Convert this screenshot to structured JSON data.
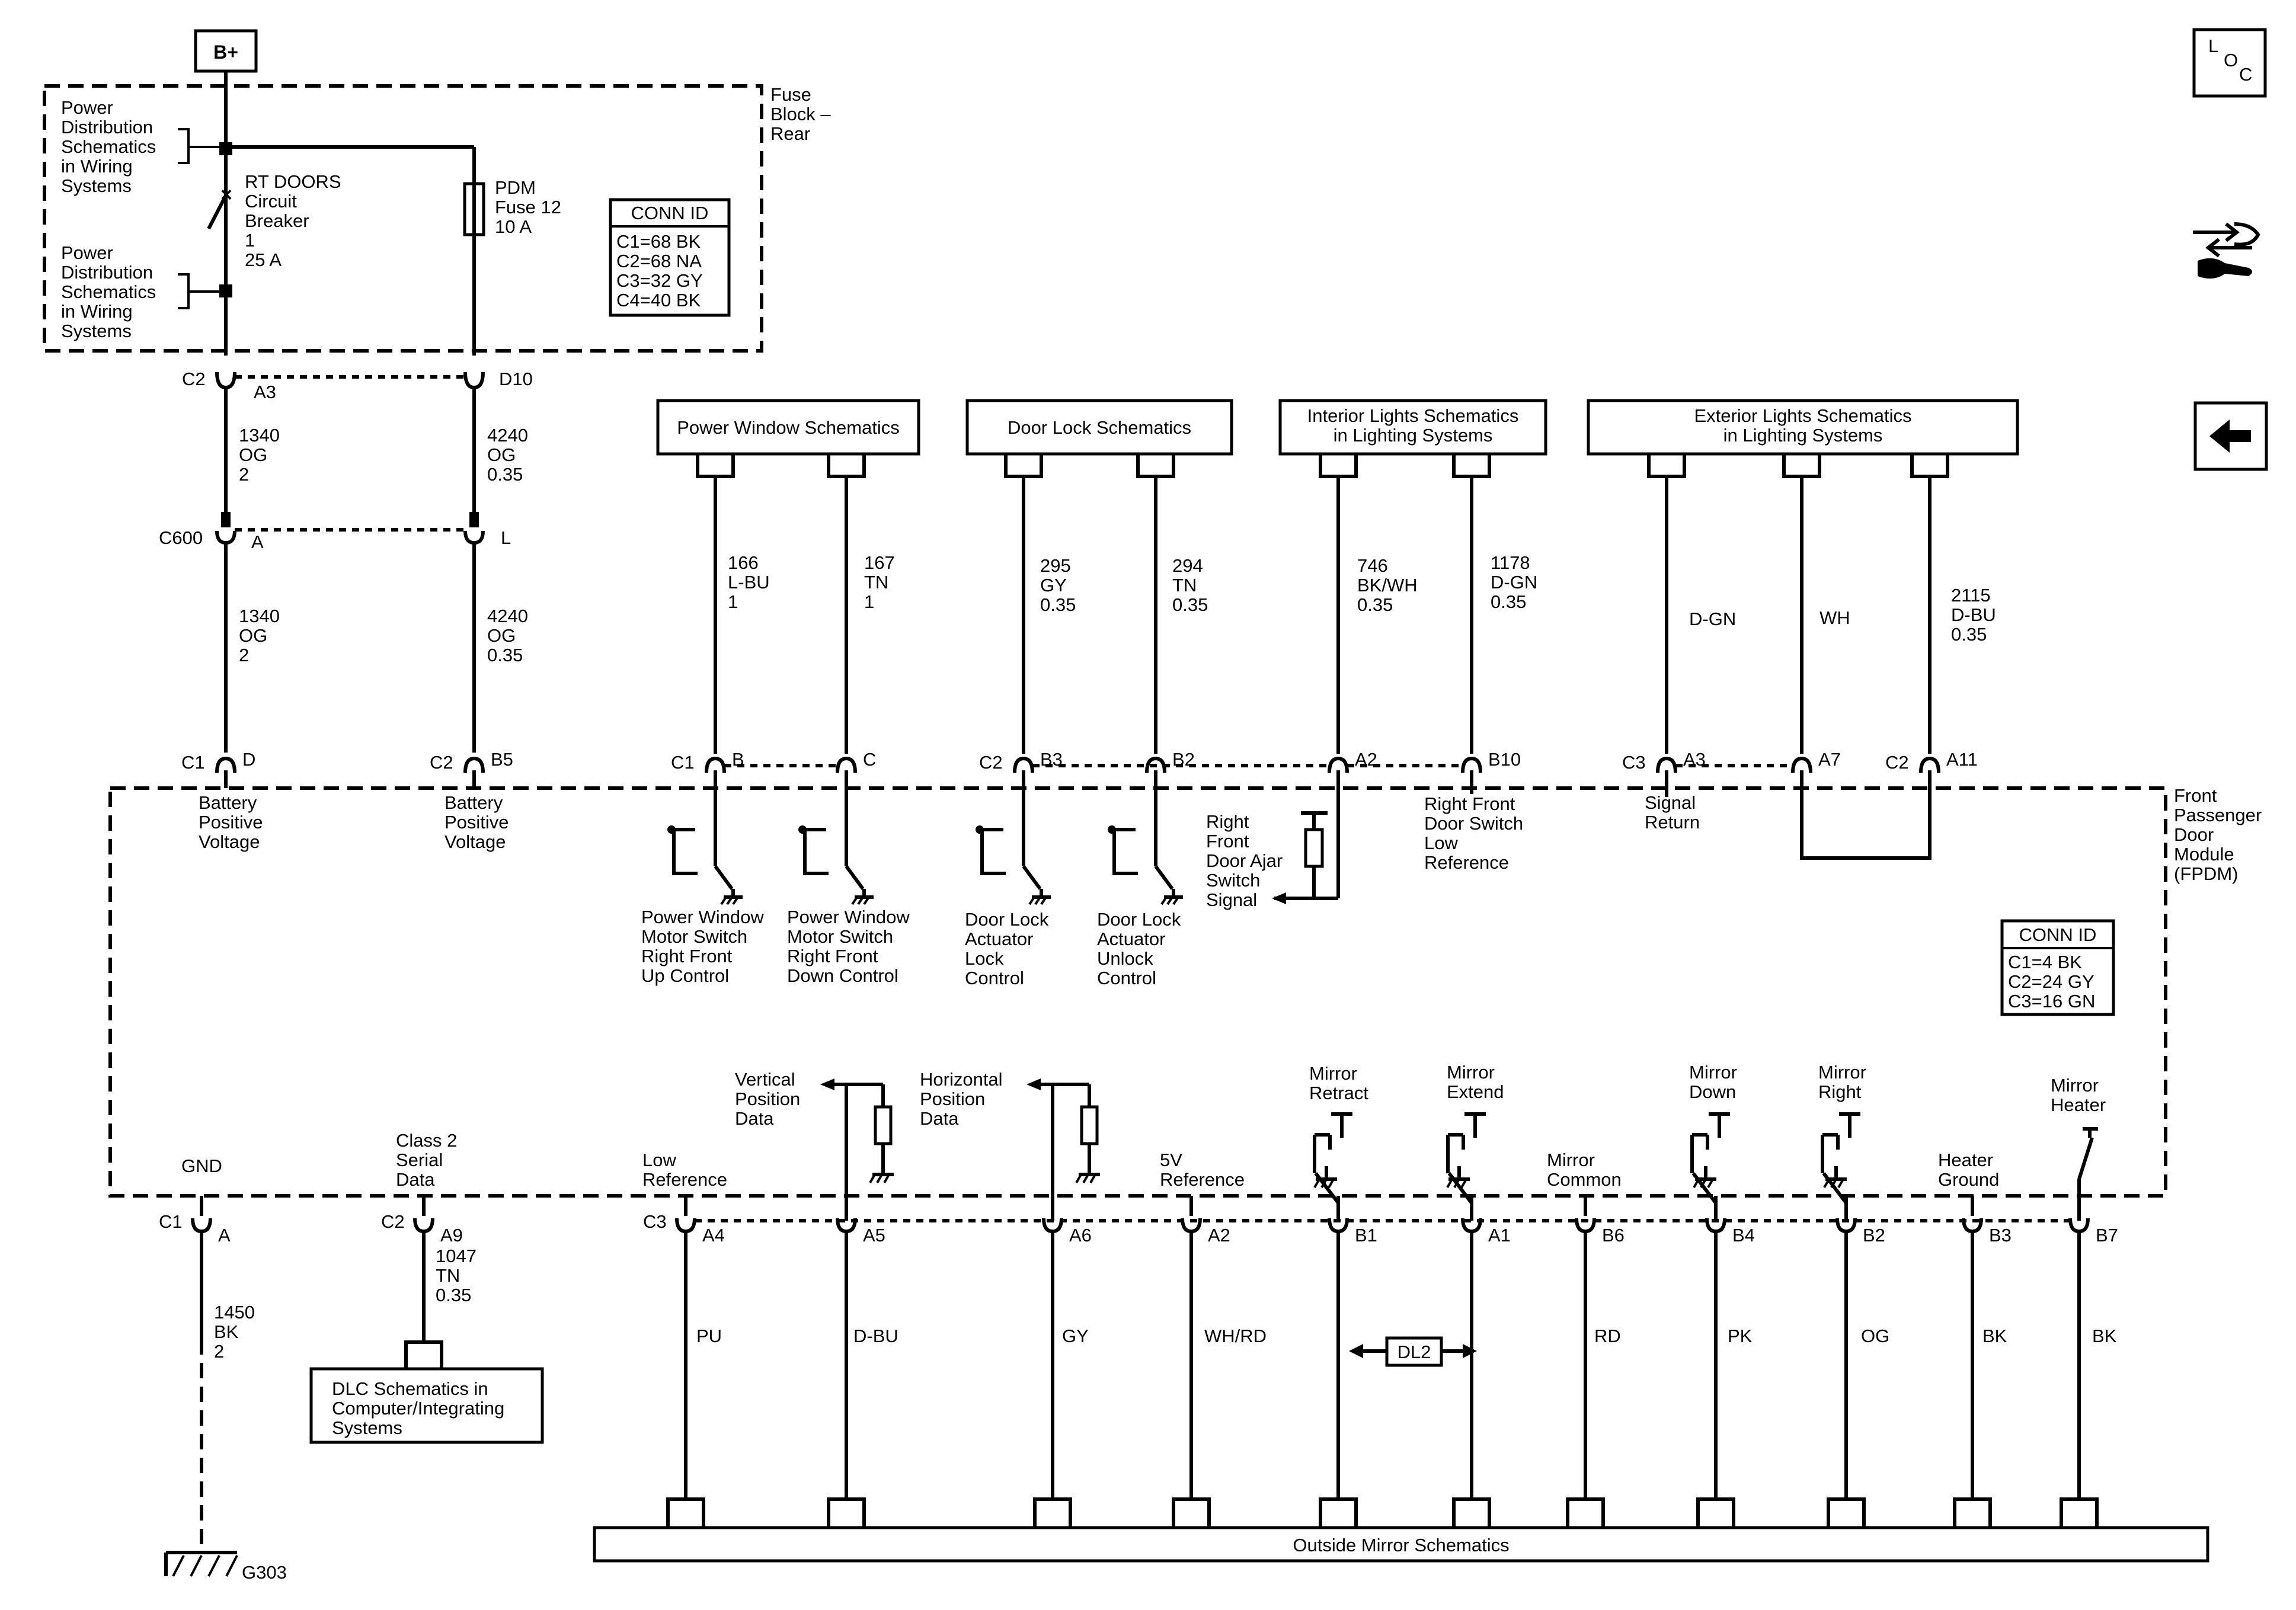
{
  "power_source": "B+",
  "fuse_block": {
    "title": [
      "Fuse",
      "Block –",
      "Rear"
    ],
    "pd_ref": [
      "Power",
      "Distribution",
      "Schematics",
      "in Wiring",
      "Systems"
    ],
    "breaker": [
      "RT DOORS",
      "Circuit",
      "Breaker",
      "1",
      "25 A"
    ],
    "fuse": [
      "PDM",
      "Fuse 12",
      "10 A"
    ],
    "conn_id_title": "CONN ID",
    "conn_ids": [
      "C1=68 BK",
      "C2=68 NA",
      "C3=32 GY",
      "C4=40 BK"
    ]
  },
  "top_pins": {
    "left_conn": "C2",
    "left_pin": "A3",
    "right_pin": "D10"
  },
  "feed_wires": {
    "left_upper": [
      "1340",
      "OG",
      "2"
    ],
    "right_upper": [
      "4240",
      "OG",
      "0.35"
    ],
    "left_lower": [
      "1340",
      "OG",
      "2"
    ],
    "right_lower": [
      "4240",
      "OG",
      "0.35"
    ]
  },
  "inline_conn": {
    "name": "C600",
    "left_pin": "A",
    "right_pin": "L"
  },
  "ref_boxes": {
    "power_window": "Power Window Schematics",
    "door_lock": "Door Lock Schematics",
    "interior_lights": [
      "Interior Lights Schematics",
      "in Lighting Systems"
    ],
    "exterior_lights": [
      "Exterior Lights Schematics",
      "in Lighting Systems"
    ],
    "dlc": [
      "DLC Schematics in",
      "Computer/Integrating",
      "Systems"
    ],
    "outside_mirror": "Outside Mirror Schematics"
  },
  "top_wires": [
    [
      "166",
      "L-BU",
      "1"
    ],
    [
      "167",
      "TN",
      "1"
    ],
    [
      "295",
      "GY",
      "0.35"
    ],
    [
      "294",
      "TN",
      "0.35"
    ],
    [
      "746",
      "BK/WH",
      "0.35"
    ],
    [
      "1178",
      "D-GN",
      "0.35"
    ],
    [
      "D-GN"
    ],
    [
      "WH"
    ],
    [
      "2115",
      "D-BU",
      "0.35"
    ]
  ],
  "top_module_pins": [
    {
      "conn": "C1",
      "pin": "D"
    },
    {
      "conn": "C2",
      "pin": "B5"
    },
    {
      "conn": "C1",
      "pin": "B"
    },
    {
      "conn": "",
      "pin": "C"
    },
    {
      "conn": "C2",
      "pin": "B3"
    },
    {
      "conn": "",
      "pin": "B2"
    },
    {
      "conn": "",
      "pin": "A2"
    },
    {
      "conn": "",
      "pin": "B10"
    },
    {
      "conn": "C3",
      "pin": "A3"
    },
    {
      "conn": "",
      "pin": "A7"
    },
    {
      "conn": "C2",
      "pin": "A11"
    }
  ],
  "module": {
    "name": [
      "Front",
      "Passenger",
      "Door",
      "Module",
      "(FPDM)"
    ],
    "conn_id_title": "CONN ID",
    "conn_ids": [
      "C1=4 BK",
      "C2=24 GY",
      "C3=16 GN"
    ],
    "battery_label": [
      "Battery",
      "Positive",
      "Voltage"
    ],
    "pw_up": [
      "Power Window",
      "Motor Switch",
      "Right Front",
      "Up Control"
    ],
    "pw_down": [
      "Power Window",
      "Motor Switch",
      "Right Front",
      "Down Control"
    ],
    "dl_lock": [
      "Door Lock",
      "Actuator",
      "Lock",
      "Control"
    ],
    "dl_unlock": [
      "Door Lock",
      "Actuator",
      "Unlock",
      "Control"
    ],
    "door_ajar": [
      "Right",
      "Front",
      "Door Ajar",
      "Switch",
      "Signal"
    ],
    "door_switch_low": [
      "Right Front",
      "Door Switch",
      "Low",
      "Reference"
    ],
    "signal_return": [
      "Signal",
      "Return"
    ],
    "gnd": "GND",
    "class2": [
      "Class 2",
      "Serial",
      "Data"
    ],
    "low_ref": [
      "Low",
      "Reference"
    ],
    "vertical": [
      "Vertical",
      "Position",
      "Data"
    ],
    "horizontal": [
      "Horizontal",
      "Position",
      "Data"
    ],
    "five_v": [
      "5V",
      "Reference"
    ],
    "mirror_retract": [
      "Mirror",
      "Retract"
    ],
    "mirror_extend": [
      "Mirror",
      "Extend"
    ],
    "mirror_common": [
      "Mirror",
      "Common"
    ],
    "mirror_down": [
      "Mirror",
      "Down"
    ],
    "mirror_right": [
      "Mirror",
      "Right"
    ],
    "heater_ground": [
      "Heater",
      "Ground"
    ],
    "mirror_heater": [
      "Mirror",
      "Heater"
    ]
  },
  "bottom_module_pins": [
    {
      "conn": "C1",
      "pin": "A"
    },
    {
      "conn": "C2",
      "pin": "A9"
    },
    {
      "conn": "C3",
      "pin": "A4"
    },
    {
      "conn": "",
      "pin": "A5"
    },
    {
      "conn": "",
      "pin": "A6"
    },
    {
      "conn": "",
      "pin": "A2"
    },
    {
      "conn": "",
      "pin": "B1"
    },
    {
      "conn": "",
      "pin": "A1"
    },
    {
      "conn": "",
      "pin": "B6"
    },
    {
      "conn": "",
      "pin": "B4"
    },
    {
      "conn": "",
      "pin": "B2"
    },
    {
      "conn": "",
      "pin": "B3"
    },
    {
      "conn": "",
      "pin": "B7"
    }
  ],
  "ground_wire": [
    "1450",
    "BK",
    "2"
  ],
  "class2_wire": [
    "1047",
    "TN",
    "0.35"
  ],
  "bottom_wires": [
    "PU",
    "D-BU",
    "GY",
    "WH/RD",
    "RD",
    "PK",
    "OG",
    "BK",
    "BK"
  ],
  "dl2": "DL2",
  "ground_point": "G303",
  "nav": {
    "loc_letters": [
      "L",
      "O",
      "C"
    ],
    "icons": [
      "loc-icon",
      "connector-views-icon",
      "back-arrow-icon"
    ]
  }
}
